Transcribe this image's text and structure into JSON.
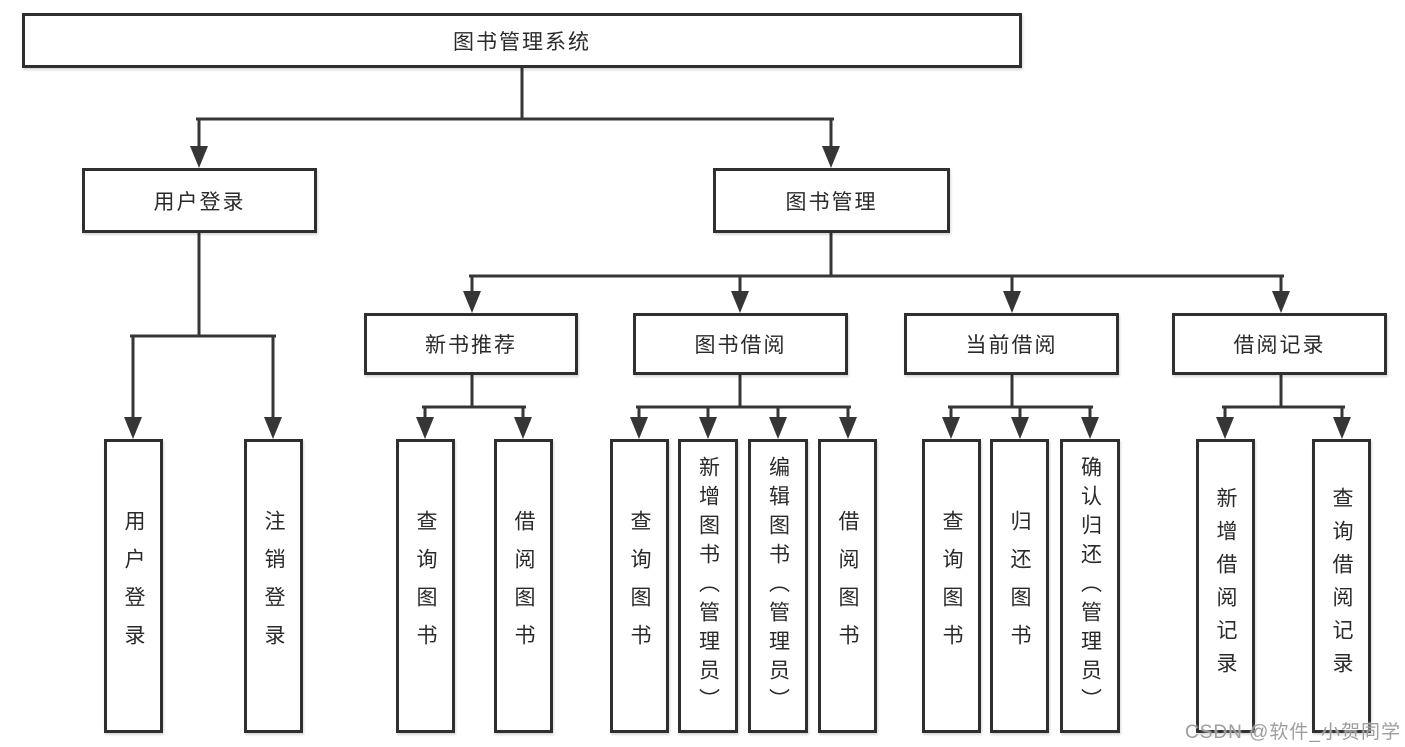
{
  "colors": {
    "box_border": "#2f2f2f",
    "connector": "#363636",
    "text": "#2a2a2a",
    "box_fill": "#ffffff",
    "watermark": "#9e9e9e"
  },
  "watermark": {
    "text": "CSDN @软件_小贺同学"
  },
  "tree": {
    "root": {
      "label": "图书管理系统"
    },
    "branches": [
      {
        "label": "用户登录",
        "children": [
          {
            "label": "用户登录"
          },
          {
            "label": "注销登录"
          }
        ]
      },
      {
        "label": "图书管理",
        "children": [
          {
            "label": "新书推荐",
            "children": [
              {
                "label": "查询图书"
              },
              {
                "label": "借阅图书"
              }
            ]
          },
          {
            "label": "图书借阅",
            "children": [
              {
                "label": "查询图书"
              },
              {
                "label": "新增图书（管理员）"
              },
              {
                "label": "编辑图书（管理员）"
              },
              {
                "label": "借阅图书"
              }
            ]
          },
          {
            "label": "当前借阅",
            "children": [
              {
                "label": "查询图书"
              },
              {
                "label": "归还图书"
              },
              {
                "label": "确认归还（管理员）"
              }
            ]
          },
          {
            "label": "借阅记录",
            "children": [
              {
                "label": "新增借阅记录"
              },
              {
                "label": "查询借阅记录"
              }
            ]
          }
        ]
      }
    ]
  }
}
